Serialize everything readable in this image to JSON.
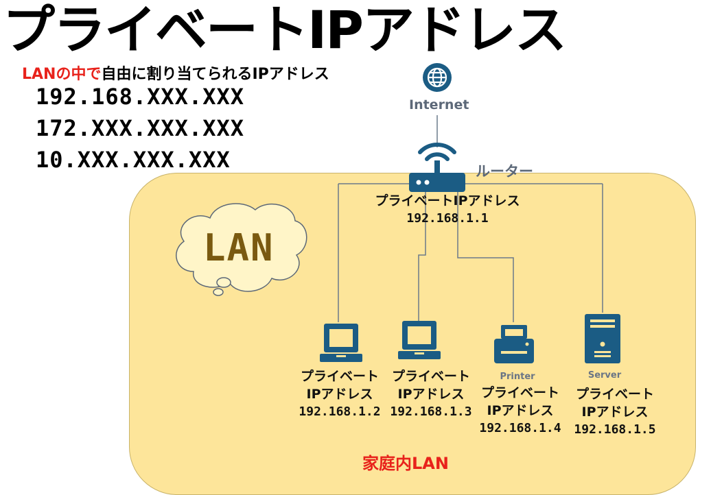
{
  "title": "プライベートIPアドレス",
  "subtitle": {
    "highlight": "LANの中で",
    "rest": "自由に割り当てられるIPアドレス"
  },
  "ranges": [
    "192.168.XXX.XXX",
    "172.XXX.XXX.XXX",
    "10.XXX.XXX.XXX"
  ],
  "internet": {
    "label": "Internet",
    "icon": "globe-icon"
  },
  "router": {
    "label": "ルーター",
    "line1": "プライベートIPアドレス",
    "ip": "192.168.1.1",
    "icon": "router-icon"
  },
  "cloud": {
    "label": "LAN"
  },
  "devices": [
    {
      "icon": "laptop-icon",
      "tag": "",
      "line1": "プライベート",
      "line2": "IPアドレス",
      "ip": "192.168.1.2"
    },
    {
      "icon": "laptop-icon",
      "tag": "",
      "line1": "プライベート",
      "line2": "IPアドレス",
      "ip": "192.168.1.3"
    },
    {
      "icon": "printer-icon",
      "tag": "Printer",
      "line1": "プライベート",
      "line2": "IPアドレス",
      "ip": "192.168.1.4"
    },
    {
      "icon": "server-icon",
      "tag": "Server",
      "line1": "プライベート",
      "line2": "IPアドレス",
      "ip": "192.168.1.5"
    }
  ],
  "area_label": "家庭内LAN",
  "colors": {
    "icon": "#1b5c84",
    "area": "#fde59a",
    "accent": "#e8221b",
    "gray": "#5c6878"
  }
}
